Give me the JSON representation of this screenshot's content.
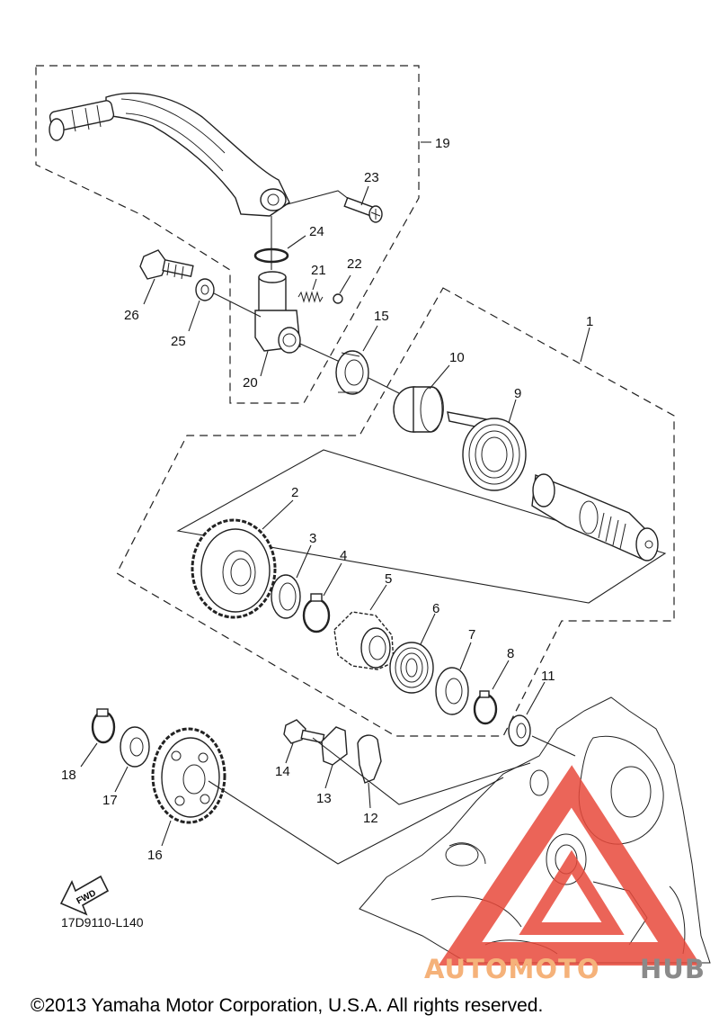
{
  "diagram": {
    "callouts": {
      "c1": "1",
      "c2": "2",
      "c3": "3",
      "c4": "4",
      "c5": "5",
      "c6": "6",
      "c7": "7",
      "c8": "8",
      "c9": "9",
      "c10": "10",
      "c11": "11",
      "c12": "12",
      "c13": "13",
      "c14": "14",
      "c15": "15",
      "c16": "16",
      "c17": "17",
      "c18": "18",
      "c19": "19",
      "c20": "20",
      "c21": "21",
      "c22": "22",
      "c23": "23",
      "c24": "24",
      "c25": "25",
      "c26": "26"
    },
    "fwd_label": "FWD",
    "diagram_code": "17D9110-L140",
    "copyright": "©2013 Yamaha Motor Corporation, U.S.A. All rights reserved.",
    "watermark": {
      "part1": "AUTOMOTO",
      "part2": "HUB"
    }
  },
  "colors": {
    "watermark_orange": "#f5b27a",
    "watermark_red": "#e84a3c",
    "watermark_gray": "#8a8a8a",
    "line": "#222222"
  }
}
